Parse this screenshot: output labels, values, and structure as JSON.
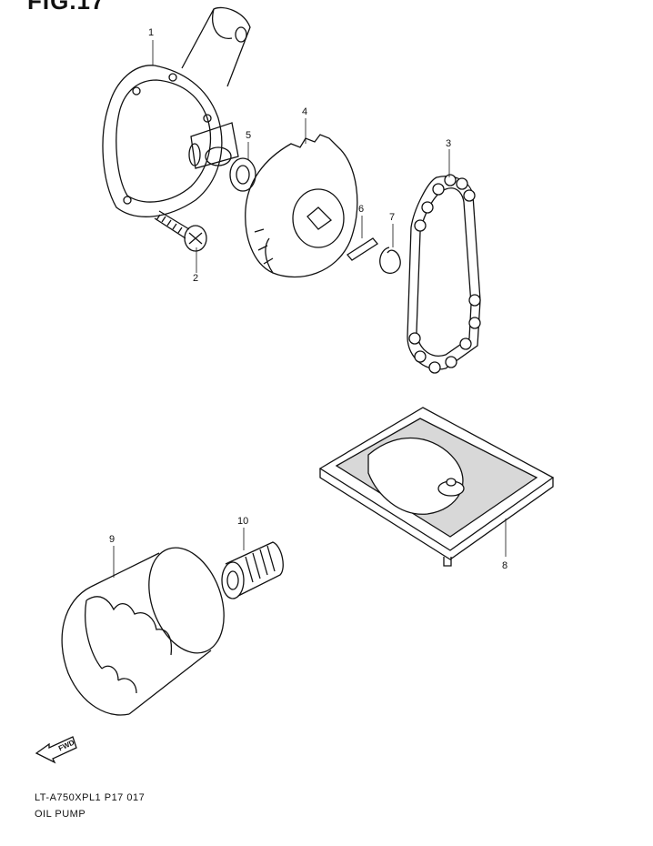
{
  "figure_title": "FIG.17",
  "callouts": [
    "1",
    "2",
    "3",
    "4",
    "5",
    "6",
    "7",
    "8",
    "9",
    "10"
  ],
  "footer": {
    "model_code": "LT-A750XPL1  P17  017",
    "section_name": "OIL PUMP"
  },
  "fwd_label": "FWD"
}
